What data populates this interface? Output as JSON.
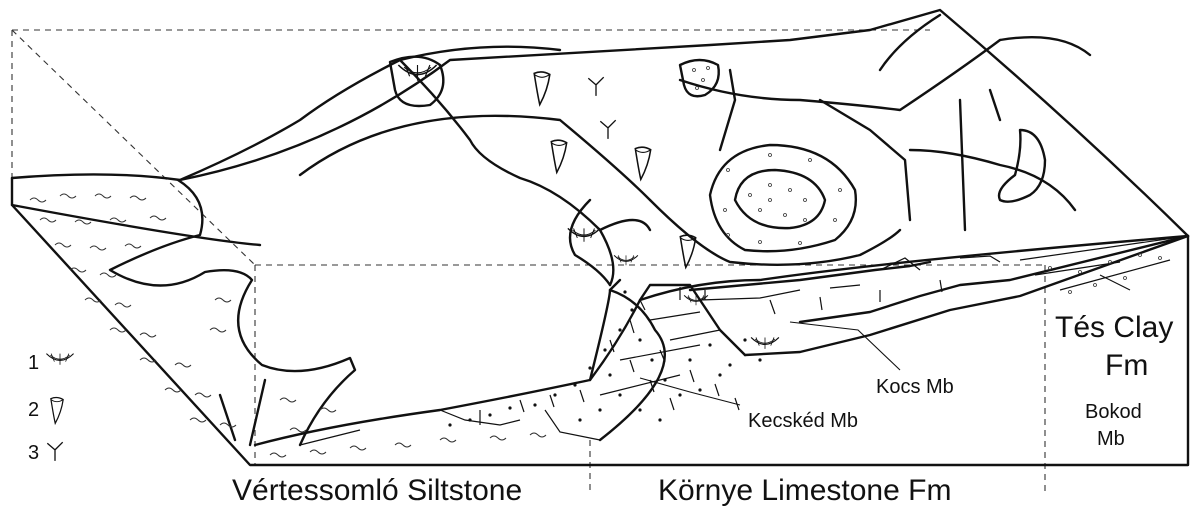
{
  "labels": {
    "tes_clay_line1": "Tés Clay",
    "tes_clay_line2": "Fm",
    "bokod_line1": "Bokod",
    "bokod_line2": "Mb",
    "kocs": "Kocs Mb",
    "kecsked": "Kecskéd Mb",
    "vertessomlo": "Vértessomló Siltstone",
    "kornye": "Környe Limestone Fm"
  },
  "legend": [
    {
      "number": "1",
      "icon": "coral-fan-icon"
    },
    {
      "number": "2",
      "icon": "horn-shell-icon"
    },
    {
      "number": "3",
      "icon": "branch-fossil-icon"
    }
  ]
}
